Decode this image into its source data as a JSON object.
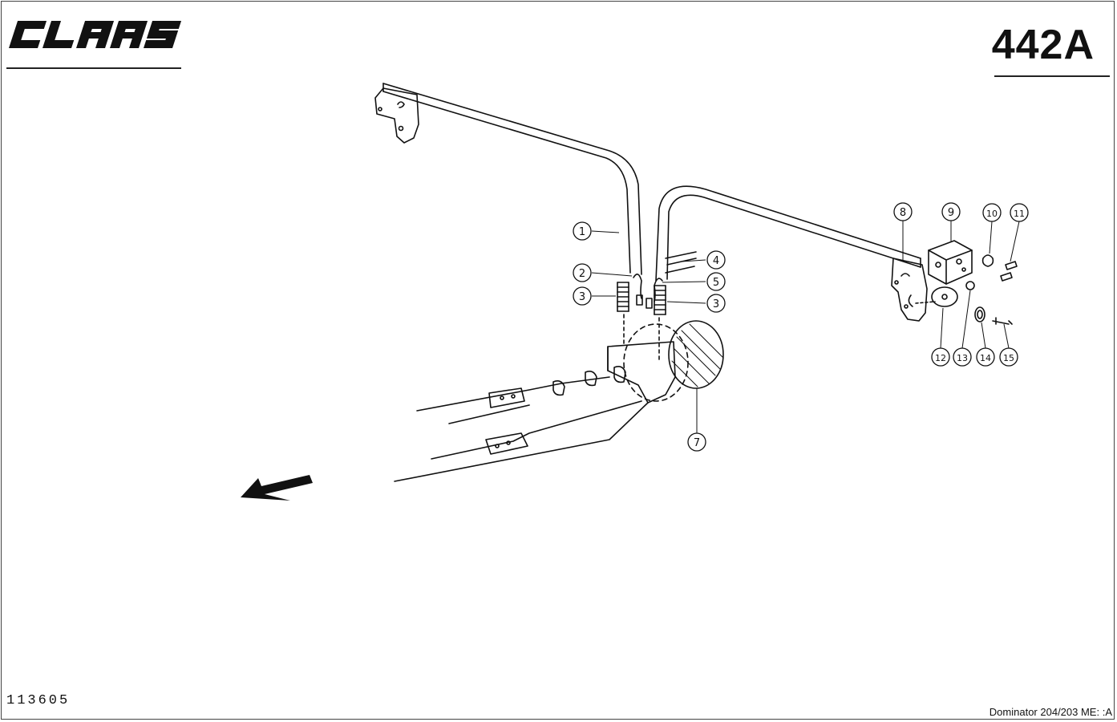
{
  "brand": {
    "logo_text": "CLAAS",
    "logo_color": "#111111"
  },
  "header": {
    "sheet_number": "442A"
  },
  "footer": {
    "drawing_number": "113605",
    "model_ref": "Dominator 204/203 ME: :A"
  },
  "callouts": [
    {
      "id": "c1",
      "label": "1"
    },
    {
      "id": "c2",
      "label": "2"
    },
    {
      "id": "c3a",
      "label": "3"
    },
    {
      "id": "c3b",
      "label": "3"
    },
    {
      "id": "c4",
      "label": "4"
    },
    {
      "id": "c5",
      "label": "5"
    },
    {
      "id": "c7",
      "label": "7"
    },
    {
      "id": "c8",
      "label": "8"
    },
    {
      "id": "c9",
      "label": "9"
    },
    {
      "id": "c10",
      "label": "10"
    },
    {
      "id": "c11",
      "label": "11"
    },
    {
      "id": "c12",
      "label": "12"
    },
    {
      "id": "c13",
      "label": "13"
    },
    {
      "id": "c14",
      "label": "14"
    },
    {
      "id": "c15",
      "label": "15"
    }
  ]
}
